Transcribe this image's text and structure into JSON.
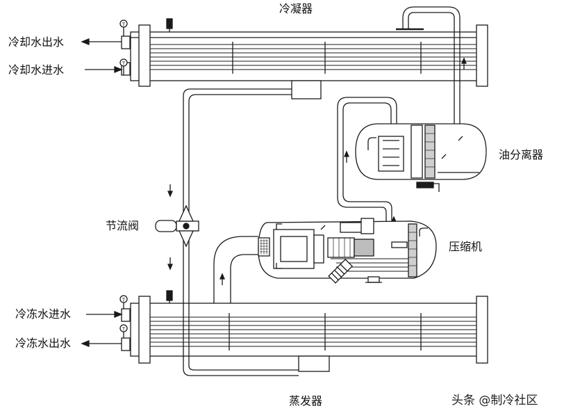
{
  "labels": {
    "condenser": "冷凝器",
    "cooling_water_out": "冷却水出水",
    "cooling_water_in": "冷却水进水",
    "oil_separator": "油分离器",
    "throttle_valve": "节流阀",
    "compressor": "压缩机",
    "chilled_water_in": "冷冻水进水",
    "chilled_water_out": "冷冻水出水",
    "evaporator": "蒸发器"
  },
  "gauge_symbol": "T",
  "watermark": "头条 @制冷社区",
  "colors": {
    "line": "#1a1a1a",
    "shade": "#bdbdbd",
    "grid": "#5a5a5a"
  }
}
